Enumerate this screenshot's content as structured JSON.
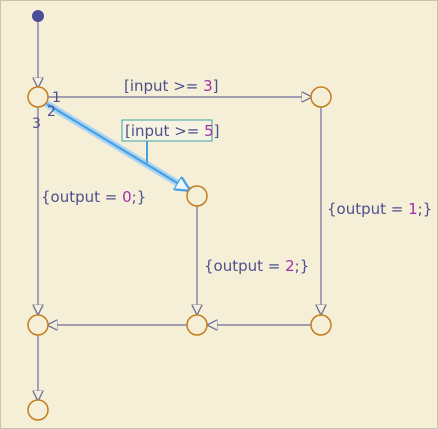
{
  "colors": {
    "background": "#f5efd8",
    "frame": "#c9c3ac",
    "junction_stroke": "#c57c1c",
    "junction_fill": "#f5efd8",
    "default_dot": "#4a4e96",
    "transition": "#6a6e98",
    "text": "#4e4f8c",
    "number": "#a42ea6",
    "highlight": "#4aa0e0",
    "highlight_box": "#39a6a6"
  },
  "transitions": [
    {
      "id": "t_input_ge_3",
      "prefix": "[input >= ",
      "value": "3",
      "suffix": "]"
    },
    {
      "id": "t_input_ge_5",
      "prefix": "[input >= ",
      "value": "5",
      "suffix": "]"
    },
    {
      "id": "t_output_0",
      "prefix": "{output = ",
      "value": "0",
      "suffix": ";}"
    },
    {
      "id": "t_output_1",
      "prefix": "{output = ",
      "value": "1",
      "suffix": ";}"
    },
    {
      "id": "t_output_2",
      "prefix": "{output = ",
      "value": "2",
      "suffix": ";}"
    }
  ],
  "execution_order": [
    "1",
    "2",
    "3"
  ]
}
